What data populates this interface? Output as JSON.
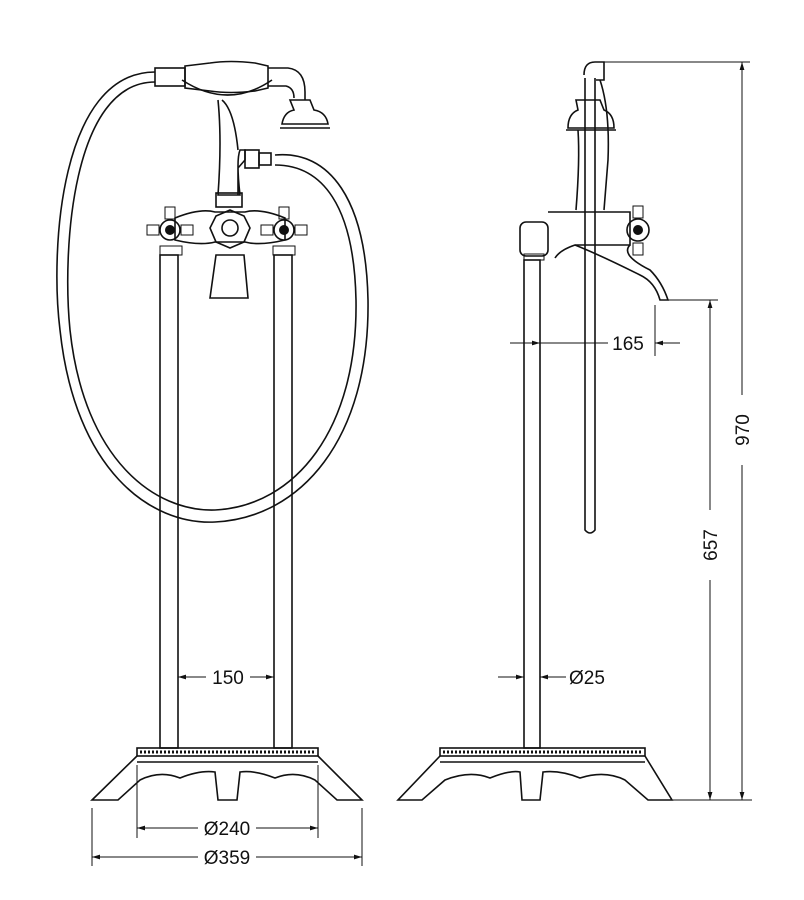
{
  "drawing": {
    "front_view": {
      "pipe_spacing_label": "150",
      "base_inner_diameter_label": "Ø240",
      "base_outer_diameter_label": "Ø359"
    },
    "side_view": {
      "spout_reach_label": "165",
      "pipe_diameter_label": "Ø25",
      "spout_height_label": "657",
      "total_height_label": "970"
    },
    "colors": {
      "line": "#111111",
      "background": "#ffffff"
    }
  }
}
